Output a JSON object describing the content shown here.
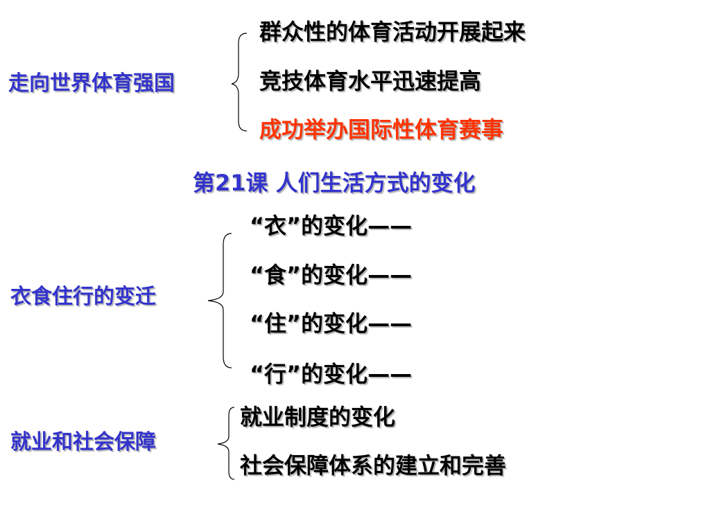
{
  "section1": {
    "heading": "走向世界体育强国",
    "items": [
      "群众性的体育活动开展起来",
      "竞技体育水平迅速提高",
      "成功举办国际性体育赛事"
    ]
  },
  "lesson_title": "第21课  人们生活方式的变化",
  "section2": {
    "heading": "衣食住行的变迁",
    "items": [
      "“衣”的变化——",
      "“食”的变化——",
      "“住”的变化——",
      "“行”的变化——"
    ]
  },
  "section3": {
    "heading": "就业和社会保障",
    "items": [
      "就业制度的变化",
      "社会保障体系的建立和完善"
    ]
  },
  "colors": {
    "heading": "#3333cc",
    "body": "#000000",
    "highlight": "#ff3300",
    "shadow": "#b8b8b8"
  }
}
